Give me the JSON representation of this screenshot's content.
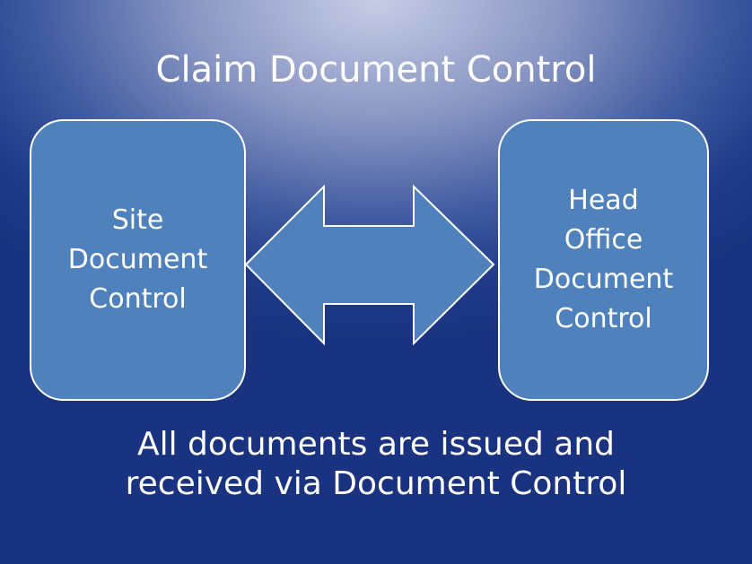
{
  "slide": {
    "title": "Claim Document Control",
    "left_box": "Site\nDocument\nControl",
    "right_box": "Head\nOffice\nDocument\nControl",
    "footer": "All documents are issued and\nreceived via Document Control"
  },
  "colors": {
    "box_fill": "#4f81bd",
    "outline": "#ffffff",
    "text": "#ffffff"
  },
  "icons": {
    "connector": "double-headed-arrow"
  }
}
